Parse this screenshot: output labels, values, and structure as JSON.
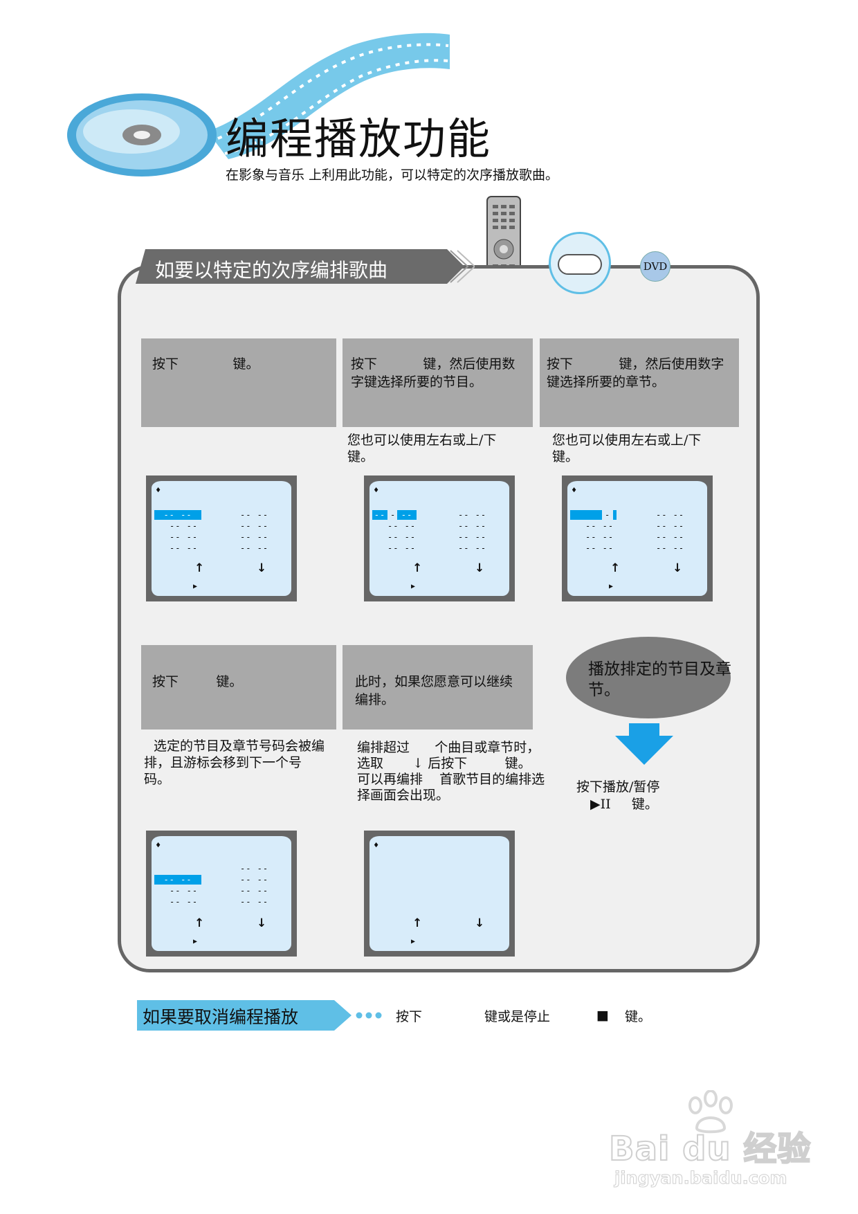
{
  "header": {
    "title": "编程播放功能",
    "subtitle": "在影象与音乐     上利用此功能，可以特定的次序播放歌曲。"
  },
  "section": {
    "banner": "如要以特定的次序编排歌曲",
    "badge": "DVD"
  },
  "steps": [
    {
      "text": "按下             键。"
    },
    {
      "text": "按下           键，然后使用数字键选择所要的节目。",
      "note": "您也可以使用左右或上/下\n键。"
    },
    {
      "text": "按下           键，然后使用数字键选择所要的章节。",
      "note": "您也可以使用左右或上/下\n键。"
    },
    {
      "text": "按下         键。",
      "note": "选定的节目及章节号码会被编排，且游标会移到下一个号码。"
    },
    {
      "text": "此时，如果您愿意可以继续编排。",
      "note": "编排超过      个曲目或章节时，\n选取       ↓ 后按下         键。\n可以再编排    首歌节目的编排选\n择画面会出现。"
    }
  ],
  "screens": {
    "diamond": "♦",
    "dash_pair": "-- --",
    "dash_single": "--",
    "sep": "-",
    "up": "↑",
    "down": "↓",
    "play": "▶"
  },
  "final_step": {
    "bubble": "播放排定的节目及章节。",
    "note_line1": "按下播放/暂停",
    "note_line2": "▶II     键。"
  },
  "cancel": {
    "banner": "如果要取消编程播放",
    "press": "按下",
    "or_stop": "键或是停止",
    "stop_icon": "■",
    "key": "键。"
  },
  "watermark": {
    "brand": "Bai du 经验",
    "url": "jingyan.baidu.com"
  }
}
